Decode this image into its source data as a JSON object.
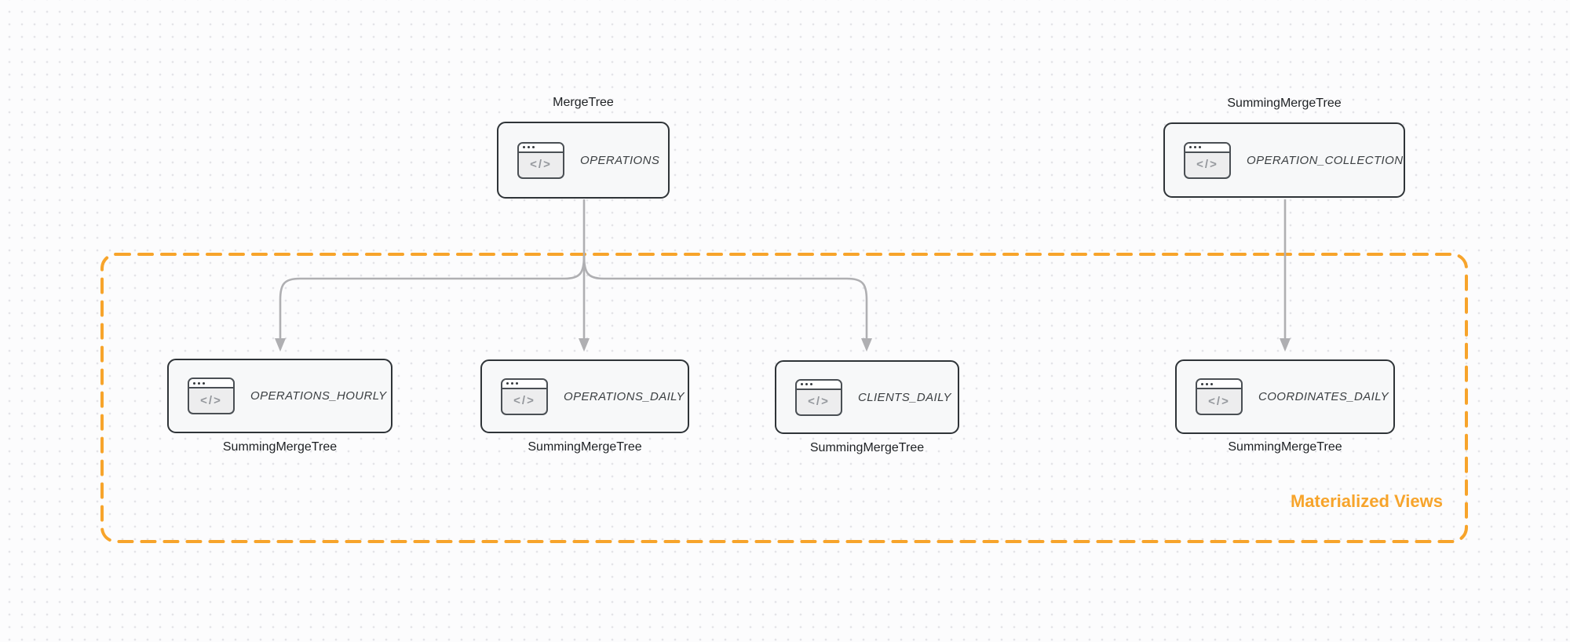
{
  "colors": {
    "accent_orange": "#F7A42B",
    "node_border": "#2F3438",
    "node_fill": "#F7F8F9",
    "arrow_gray": "#AFAFB2",
    "label_text": "#1D2023",
    "node_text": "#3C4043",
    "background": "#FCFCFD",
    "grid_dot": "#E4E4E8"
  },
  "icon_glyph": "</>",
  "group": {
    "label": "Materialized Views"
  },
  "nodes": [
    {
      "id": "operations",
      "label": "OPERATIONS",
      "engine": "MergeTree",
      "engine_label_position": "above"
    },
    {
      "id": "operation_collection",
      "label": "OPERATION_COLLECTION",
      "engine": "SummingMergeTree",
      "engine_label_position": "above"
    },
    {
      "id": "operations_hourly",
      "label": "OPERATIONS_HOURLY",
      "engine": "SummingMergeTree",
      "engine_label_position": "below"
    },
    {
      "id": "operations_daily",
      "label": "OPERATIONS_DAILY",
      "engine": "SummingMergeTree",
      "engine_label_position": "below"
    },
    {
      "id": "clients_daily",
      "label": "CLIENTS_DAILY",
      "engine": "SummingMergeTree",
      "engine_label_position": "below"
    },
    {
      "id": "coordinates_daily",
      "label": "COORDINATES_DAILY",
      "engine": "SummingMergeTree",
      "engine_label_position": "below"
    }
  ],
  "edges": [
    {
      "from": "operations",
      "to": "operations_hourly"
    },
    {
      "from": "operations",
      "to": "operations_daily"
    },
    {
      "from": "operations",
      "to": "clients_daily"
    },
    {
      "from": "operation_collection",
      "to": "coordinates_daily"
    }
  ]
}
